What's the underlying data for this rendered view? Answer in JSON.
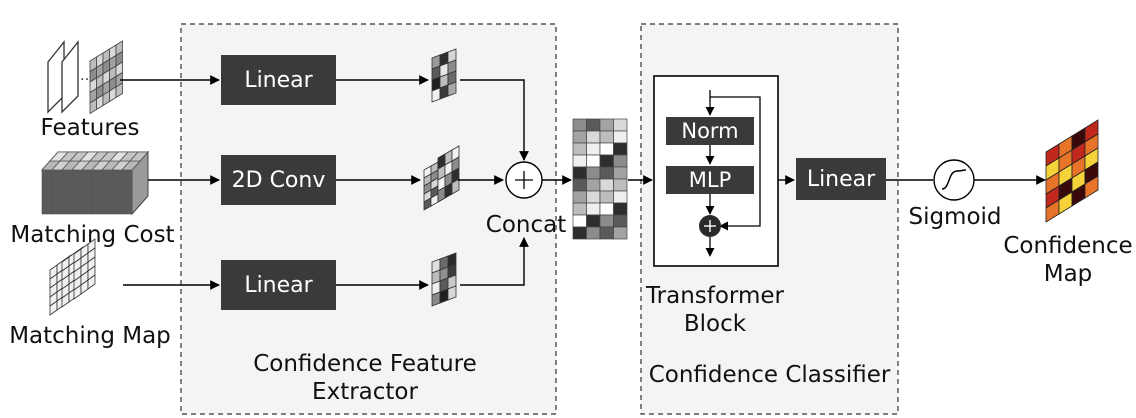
{
  "inputs": {
    "features": "Features",
    "matching_cost": "Matching Cost",
    "matching_map": "Matching Map"
  },
  "extractor": {
    "title": "Confidence Feature\nExtractor",
    "linear_top": "Linear",
    "conv": "2D Conv",
    "linear_bottom": "Linear",
    "concat": "Concat"
  },
  "classifier": {
    "title": "Confidence Classifier",
    "transformer": "Transformer\nBlock",
    "norm": "Norm",
    "mlp": "MLP",
    "linear": "Linear",
    "sigmoid": "Sigmoid"
  },
  "output": {
    "label": "Confidence\nMap"
  },
  "colors": {
    "box_fill": "#3a3a3a",
    "panel_fill": "#f4f4f4",
    "heat_dark": "#3a0a0a",
    "heat_red": "#c0281e",
    "heat_orange": "#e8742a",
    "heat_yellow": "#f6d23a"
  }
}
